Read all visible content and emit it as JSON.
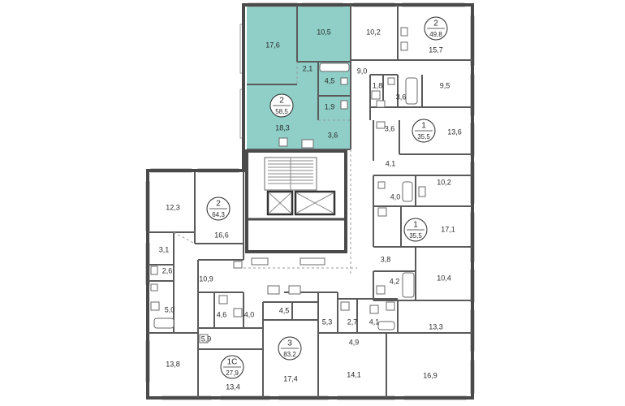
{
  "highlight_color": "#8fcfc8",
  "units": [
    {
      "id": "u-58-5",
      "rooms": "2",
      "area": "58,5",
      "highlighted": true,
      "area_ids": [
        "r-17-6",
        "r-10-5",
        "r-2-1",
        "r-4-5",
        "r-1-9",
        "r-18-3",
        "r-3-6-a"
      ]
    },
    {
      "id": "u-49-8",
      "rooms": "2",
      "area": "49,8",
      "highlighted": false
    },
    {
      "id": "u-35-5-a",
      "rooms": "1",
      "area": "35,5",
      "highlighted": false
    },
    {
      "id": "u-35-5-b",
      "rooms": "1",
      "area": "35,5",
      "highlighted": false
    },
    {
      "id": "u-64-3",
      "rooms": "2",
      "area": "64,3",
      "highlighted": false
    },
    {
      "id": "u-83-2",
      "rooms": "3",
      "area": "83,2",
      "highlighted": false
    },
    {
      "id": "u-27-9",
      "rooms": "1С",
      "area": "27,9",
      "highlighted": false
    }
  ],
  "rooms": [
    {
      "id": "r-17-6",
      "area": "17,6"
    },
    {
      "id": "r-10-5",
      "area": "10,5"
    },
    {
      "id": "r-2-1",
      "area": "2,1"
    },
    {
      "id": "r-4-5",
      "area": "4,5"
    },
    {
      "id": "r-1-9",
      "area": "1,9"
    },
    {
      "id": "r-18-3",
      "area": "18,3"
    },
    {
      "id": "r-3-6-a",
      "area": "3,6"
    },
    {
      "id": "r-10-2-a",
      "area": "10,2"
    },
    {
      "id": "r-15-7",
      "area": "15,7"
    },
    {
      "id": "r-9-0",
      "area": "9,0"
    },
    {
      "id": "r-1-8",
      "area": "1,8"
    },
    {
      "id": "r-3-6-b",
      "area": "3,6"
    },
    {
      "id": "r-9-5",
      "area": "9,5"
    },
    {
      "id": "r-3-6-c",
      "area": "3,6"
    },
    {
      "id": "r-13-6",
      "area": "13,6"
    },
    {
      "id": "r-4-1-a",
      "area": "4,1"
    },
    {
      "id": "r-4-0-a",
      "area": "4,0"
    },
    {
      "id": "r-10-2-b",
      "area": "10,2"
    },
    {
      "id": "r-17-1",
      "area": "17,1"
    },
    {
      "id": "r-3-8",
      "area": "3,8"
    },
    {
      "id": "r-4-2",
      "area": "4,2"
    },
    {
      "id": "r-10-4",
      "area": "10,4"
    },
    {
      "id": "r-12-3",
      "area": "12,3"
    },
    {
      "id": "r-16-6",
      "area": "16,6"
    },
    {
      "id": "r-3-1",
      "area": "3,1"
    },
    {
      "id": "r-2-6",
      "area": "2,6"
    },
    {
      "id": "r-10-9",
      "area": "10,9"
    },
    {
      "id": "r-5-0",
      "area": "5,0"
    },
    {
      "id": "r-4-6",
      "area": "4,6"
    },
    {
      "id": "r-4-0-b",
      "area": "4,0"
    },
    {
      "id": "r-5-9",
      "area": "5,9"
    },
    {
      "id": "r-13-8",
      "area": "13,8"
    },
    {
      "id": "r-13-4",
      "area": "13,4"
    },
    {
      "id": "r-4-5-b",
      "area": "4,5"
    },
    {
      "id": "r-17-4",
      "area": "17,4"
    },
    {
      "id": "r-5-3",
      "area": "5,3"
    },
    {
      "id": "r-2-7",
      "area": "2,7"
    },
    {
      "id": "r-4-1-b",
      "area": "4,1"
    },
    {
      "id": "r-4-9",
      "area": "4,9"
    },
    {
      "id": "r-13-3",
      "area": "13,3"
    },
    {
      "id": "r-14-1",
      "area": "14,1"
    },
    {
      "id": "r-16-9",
      "area": "16,9"
    }
  ]
}
